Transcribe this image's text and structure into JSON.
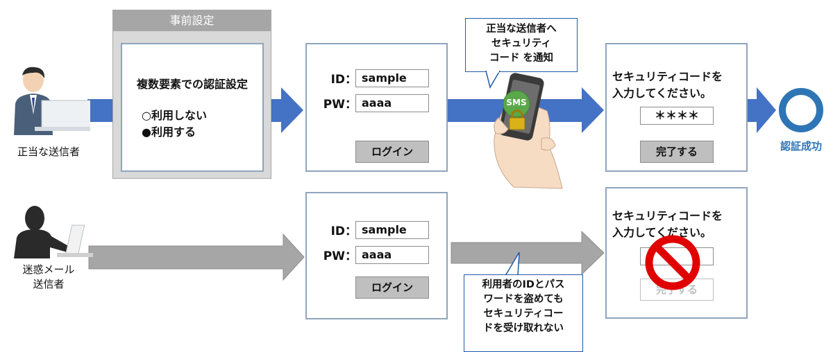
{
  "actors": {
    "legit_label": "正当な送信者",
    "spam_label_line1": "迷惑メール",
    "spam_label_line2": "送信者"
  },
  "presetting": {
    "header": "事前設定",
    "title": "複数要素での認証設定",
    "option_off": "○利用しない",
    "option_on": "●利用する"
  },
  "login_top": {
    "id_label": "ID：",
    "id_value": "sample",
    "pw_label": "PW：",
    "pw_value": "aaaa",
    "button": "ログイン"
  },
  "login_bottom": {
    "id_label": "ID：",
    "id_value": "sample",
    "pw_label": "PW：",
    "pw_value": "aaaa",
    "button": "ログイン"
  },
  "sms_callout": {
    "line1": "正当な送信者へ",
    "line2": "セキュリティ",
    "line3": "コード を通知"
  },
  "phone": {
    "badge": "SMS"
  },
  "code_top": {
    "line1": "セキュリティコードを",
    "line2": "入力してください。",
    "value": "＊＊＊＊",
    "button": "完了する"
  },
  "code_bottom": {
    "line1": "セキュリティコードを",
    "line2": "入力してください。",
    "button": "完了する"
  },
  "success_label": "認証成功",
  "blocked_callout": {
    "line1": "利用者のIDとパス",
    "line2": "ワードを盗めても",
    "line3": "セキュリティコー",
    "line4": "ドを受け取れない"
  },
  "colors": {
    "flow_arrow": "#4472c4",
    "blocked_arrow": "#a6a6a6",
    "panel_border": "#8fa4bd",
    "success": "#2e75b6",
    "prohibit": "#e00000"
  }
}
